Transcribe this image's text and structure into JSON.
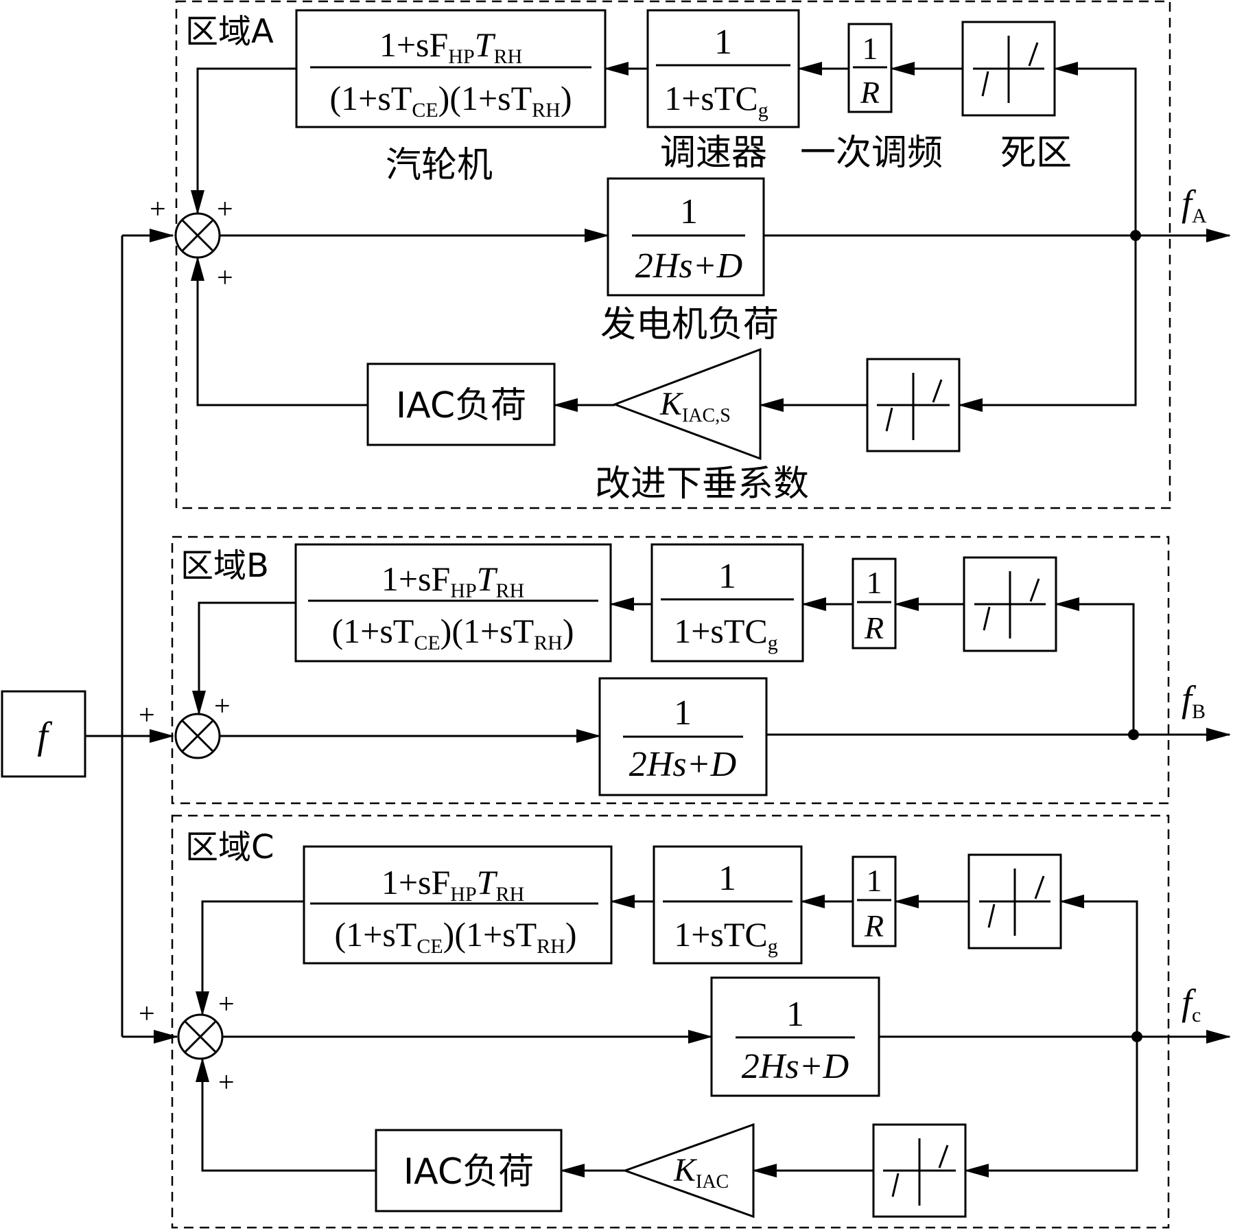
{
  "source": {
    "label": "f"
  },
  "regions": {
    "A": {
      "title": "区域A",
      "output": "f",
      "output_sub": "A",
      "turbine": {
        "num": "1+sF",
        "num_sub1": "HP",
        "num_t": "T",
        "num_sub2": "RH",
        "den": "(1+sT",
        "den_sub1": "CE",
        "den_mid": ")(1+sT",
        "den_sub2": "RH",
        "den_end": ")",
        "caption": "汽轮机"
      },
      "governor": {
        "num": "1",
        "den": "1+sTC",
        "den_sub": "g",
        "caption": "调速器"
      },
      "droop": {
        "num": "1",
        "den": "R",
        "caption": "一次调频"
      },
      "deadband": {
        "caption": "死区"
      },
      "generator": {
        "num": "1",
        "den": "2Hs+D",
        "caption": "发电机负荷"
      },
      "gain": {
        "k": "K",
        "k_sub": "IAC,S",
        "caption": "改进下垂系数"
      },
      "iac": {
        "label": "IAC负荷"
      },
      "signs": {
        "left": "+",
        "top": "+",
        "bottom": "+"
      }
    },
    "B": {
      "title": "区域B",
      "output": "f",
      "output_sub": "B",
      "turbine": {
        "num": "1+sF",
        "num_sub1": "HP",
        "num_t": "T",
        "num_sub2": "RH",
        "den": "(1+sT",
        "den_sub1": "CE",
        "den_mid": ")(1+sT",
        "den_sub2": "RH",
        "den_end": ")"
      },
      "governor": {
        "num": "1",
        "den": "1+sTC",
        "den_sub": "g"
      },
      "droop": {
        "num": "1",
        "den": "R"
      },
      "generator": {
        "num": "1",
        "den": "2Hs+D"
      },
      "signs": {
        "left": "+",
        "top": "+"
      }
    },
    "C": {
      "title": "区域C",
      "output": "f",
      "output_sub": "c",
      "turbine": {
        "num": "1+sF",
        "num_sub1": "HP",
        "num_t": "T",
        "num_sub2": "RH",
        "den": "(1+sT",
        "den_sub1": "CE",
        "den_mid": ")(1+sT",
        "den_sub2": "RH",
        "den_end": ")"
      },
      "governor": {
        "num": "1",
        "den": "1+sTC",
        "den_sub": "g"
      },
      "droop": {
        "num": "1",
        "den": "R"
      },
      "generator": {
        "num": "1",
        "den": "2Hs+D"
      },
      "gain": {
        "k": "K",
        "k_sub": "IAC"
      },
      "iac": {
        "label": "IAC负荷"
      },
      "signs": {
        "left": "+",
        "top": "+",
        "bottom": "+"
      }
    }
  }
}
